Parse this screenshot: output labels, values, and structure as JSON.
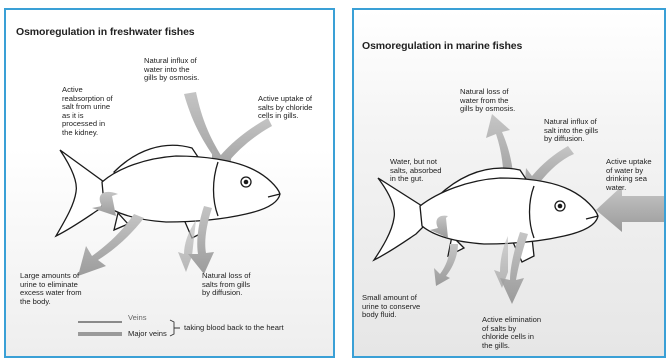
{
  "left_panel": {
    "title": "Osmoregulation in freshwater fishes",
    "labels": {
      "influx": "Natural influx of\nwater into the\ngills by osmosis.",
      "reabsorption": "Active\nreabsorption of\nsalt from urine\nas it is\nprocessed in\nthe kidney.",
      "uptake": "Active uptake of\nsalts by chloride\ncells in gills.",
      "urine": "Large amounts of\nurine to eliminate\nexcess water from\nthe body.",
      "loss": "Natural loss of\nsalts from gills\nby diffusion."
    },
    "legend": {
      "veins": "Veins",
      "major_veins": "Major veins",
      "note": "taking blood back to the heart"
    }
  },
  "right_panel": {
    "title": "Osmoregulation in marine fishes",
    "labels": {
      "water_loss": "Natural loss of\nwater from the\ngills by osmosis.",
      "salt_influx": "Natural influx of\nsalt into the gills\nby diffusion.",
      "absorbed": "Water, but not\nsalts, absorbed\nin the gut.",
      "drinking": "Active uptake\nof water by\ndrinking sea\nwater.",
      "urine": "Small amount of\nurine to conserve\nbody fluid.",
      "elimination": "Active elimination\nof salts by\nchloride cells in\nthe gills."
    }
  },
  "colors": {
    "border": "#3aa0d6",
    "arrow": "#a9a9a9",
    "fish_outline": "#1a1a1a"
  }
}
